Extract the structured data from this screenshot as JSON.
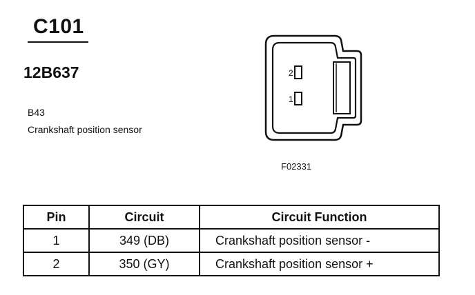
{
  "connector": {
    "id": "C101",
    "part_number": "12B637",
    "component_code": "B43",
    "component_name": "Crankshaft position sensor"
  },
  "figure": {
    "id": "F02331",
    "pin_labels": [
      "2",
      "1"
    ]
  },
  "pin_table": {
    "headers": [
      "Pin",
      "Circuit",
      "Circuit Function"
    ],
    "rows": [
      [
        "1",
        "349 (DB)",
        "Crankshaft position sensor -"
      ],
      [
        "2",
        "350 (GY)",
        "Crankshaft position sensor +"
      ]
    ]
  }
}
